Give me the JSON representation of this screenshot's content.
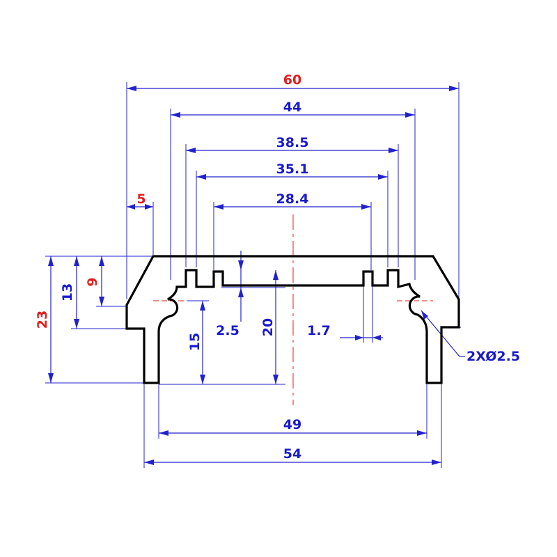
{
  "dimensions": {
    "overall_width": "60",
    "width_44": "44",
    "width_38_5": "38.5",
    "width_35_1": "35.1",
    "width_28_4": "28.4",
    "offset_5": "5",
    "height_23": "23",
    "height_13": "13",
    "height_9": "9",
    "height_15": "15",
    "depth_2_5": "2.5",
    "height_20": "20",
    "gap_1_7": "1.7",
    "width_49": "49",
    "width_54": "54",
    "hole_callout": "2XØ2.5"
  },
  "colors": {
    "dimension": "#1a1acc",
    "highlight": "#e02020",
    "profile": "#000000"
  }
}
